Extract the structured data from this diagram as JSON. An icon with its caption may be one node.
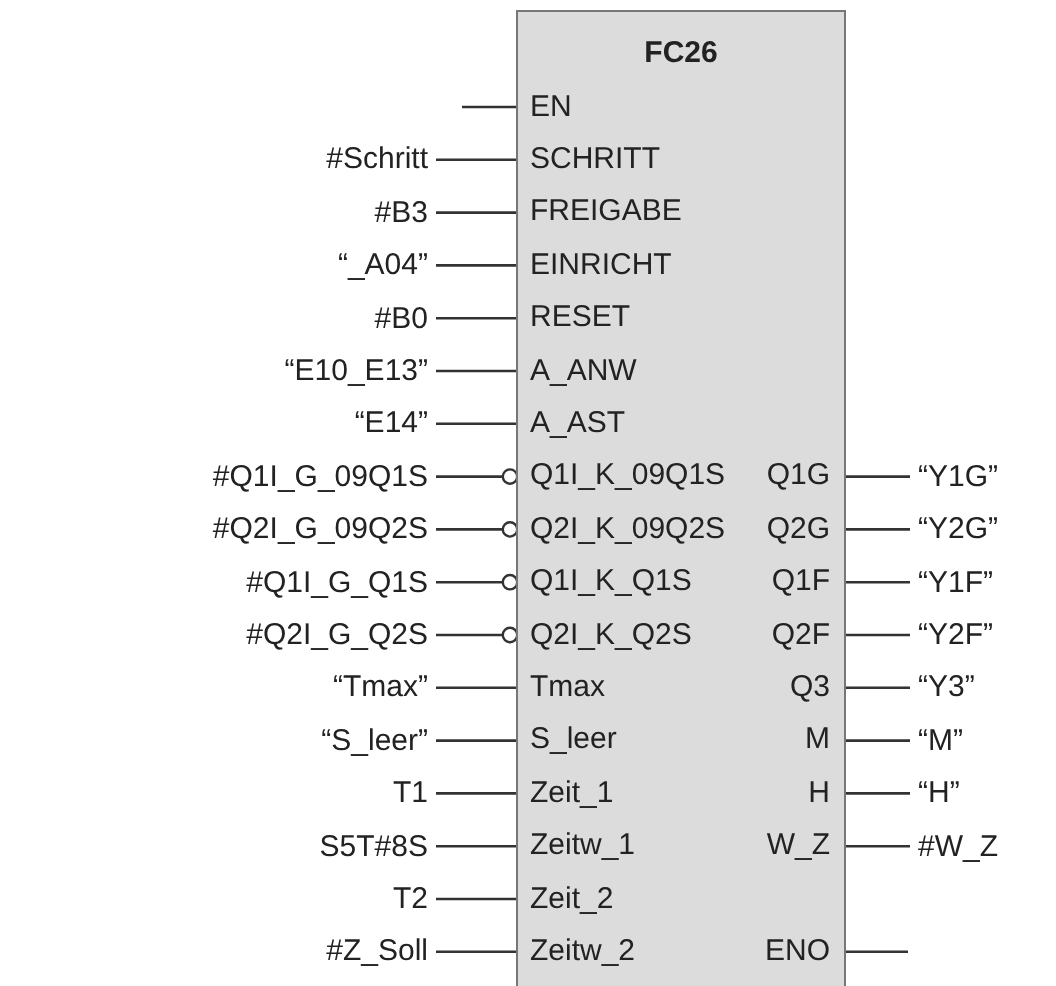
{
  "diagram": {
    "nodes": [
      {
        "text": [
          "FC26"
        ]
      },
      {
        "text": [
          "EN"
        ],
        "in": 0
      },
      {
        "text": [
          "SCHRITT"
        ],
        "in": 0
      },
      {
        "text": [
          "FREIGABE"
        ],
        "in": 0
      },
      {
        "text": [
          "EINRICHT"
        ],
        "in": 0
      },
      {
        "text": [
          "RESET"
        ],
        "in": 0
      },
      {
        "text": [
          "A_ANW"
        ],
        "in": 0
      },
      {
        "text": [
          "A_AST"
        ],
        "in": 0
      },
      {
        "text": [
          "Q1I_K_09Q1S"
        ],
        "in": 0
      },
      {
        "text": [
          "Q2I_K_09Q2S"
        ],
        "in": 0
      },
      {
        "text": [
          "Q1I_K_Q1S"
        ],
        "in": 0
      },
      {
        "text": [
          "Q2I_K_Q2S"
        ],
        "in": 0
      },
      {
        "text": [
          "Tmax"
        ],
        "in": 0
      },
      {
        "text": [
          "S_leer"
        ],
        "in": 0
      },
      {
        "text": [
          "Zeit_1"
        ],
        "in": 0
      },
      {
        "text": [
          "Zeitw_1"
        ],
        "in": 0
      },
      {
        "text": [
          "Zeit_2"
        ],
        "in": 0
      },
      {
        "text": [
          "Zeitw_2"
        ],
        "in": 0
      },
      {
        "text": [
          "Q1G"
        ],
        "in": 0
      },
      {
        "text": [
          "Q2G"
        ],
        "in": 0
      },
      {
        "text": [
          "Q1F"
        ],
        "in": 0
      },
      {
        "text": [
          "Q2F"
        ],
        "in": 0
      },
      {
        "text": [
          "Q3"
        ],
        "in": 0
      },
      {
        "text": [
          "M"
        ],
        "in": 0
      },
      {
        "text": [
          "H"
        ],
        "in": 0
      },
      {
        "text": [
          "W_Z"
        ],
        "in": 0
      },
      {
        "text": [
          "ENO"
        ],
        "in": 0
      },
      {
        "text": [
          "#Schritt"
        ]
      },
      {
        "text": [
          "#B3"
        ]
      },
      {
        "text": [
          "“_A04”"
        ]
      },
      {
        "text": [
          "#B0"
        ]
      },
      {
        "text": [
          "“E10_E13”"
        ]
      },
      {
        "text": [
          "“E14”"
        ]
      },
      {
        "text": [
          "#Q1I_G_09Q1S"
        ]
      },
      {
        "text": [
          "#Q2I_G_09Q2S"
        ]
      },
      {
        "text": [
          "#Q1I_G_Q1S"
        ]
      },
      {
        "text": [
          "#Q2I_G_Q2S"
        ]
      },
      {
        "text": [
          "“Tmax”"
        ]
      },
      {
        "text": [
          "“S_leer”"
        ]
      },
      {
        "text": [
          "T1"
        ]
      },
      {
        "text": [
          "S5T#8S"
        ]
      },
      {
        "text": [
          "T2"
        ]
      },
      {
        "text": [
          "#Z_Soll"
        ]
      },
      {
        "text": [
          "“Y1G”"
        ]
      },
      {
        "text": [
          "“Y2G”"
        ]
      },
      {
        "text": [
          "“Y1F”"
        ]
      },
      {
        "text": [
          "“Y2F”"
        ]
      },
      {
        "text": [
          "“Y3”"
        ]
      },
      {
        "text": [
          "“M”"
        ]
      },
      {
        "text": [
          "“H”"
        ]
      },
      {
        "text": [
          "#W_Z"
        ]
      }
    ],
    "edges": [
      {
        "from": null,
        "to": 1,
        "arrow": "none"
      },
      {
        "from": 27,
        "to": 2,
        "arrow": "none"
      },
      {
        "from": 28,
        "to": 3,
        "arrow": "none"
      },
      {
        "from": 29,
        "to": 4,
        "arrow": "none"
      },
      {
        "from": 30,
        "to": 5,
        "arrow": "none"
      },
      {
        "from": 31,
        "to": 6,
        "arrow": "none"
      },
      {
        "from": 32,
        "to": 7,
        "arrow": "none"
      },
      {
        "from": 33,
        "to": 8,
        "arrow": "other"
      },
      {
        "from": 34,
        "to": 9,
        "arrow": "other"
      },
      {
        "from": 35,
        "to": 10,
        "arrow": "other"
      },
      {
        "from": 36,
        "to": 11,
        "arrow": "other"
      },
      {
        "from": 37,
        "to": 12,
        "arrow": "none"
      },
      {
        "from": 38,
        "to": 13,
        "arrow": "none"
      },
      {
        "from": 39,
        "to": 14,
        "arrow": "none"
      },
      {
        "from": 40,
        "to": 15,
        "arrow": "none"
      },
      {
        "from": 41,
        "to": 16,
        "arrow": "none"
      },
      {
        "from": 42,
        "to": 17,
        "arrow": "none"
      },
      {
        "from": 18,
        "to": 43,
        "arrow": "none"
      },
      {
        "from": 19,
        "to": 44,
        "arrow": "none"
      },
      {
        "from": 20,
        "to": 45,
        "arrow": "none"
      },
      {
        "from": 21,
        "to": 46,
        "arrow": "none"
      },
      {
        "from": 22,
        "to": 47,
        "arrow": "none"
      },
      {
        "from": 23,
        "to": 48,
        "arrow": "none"
      },
      {
        "from": 24,
        "to": 49,
        "arrow": "none"
      },
      {
        "from": 25,
        "to": 50,
        "arrow": "none"
      },
      {
        "from": 26,
        "to": null,
        "arrow": "none"
      }
    ]
  }
}
